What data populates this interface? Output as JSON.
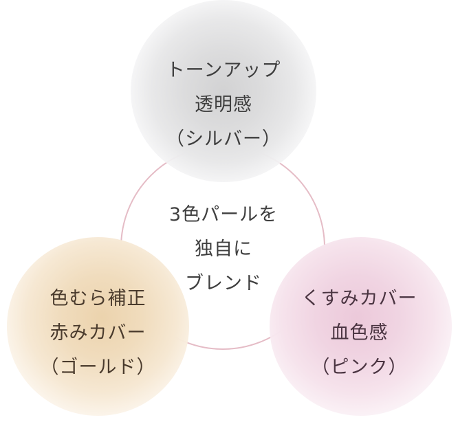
{
  "diagram": {
    "type": "three-circle blend diagram",
    "colors": {
      "ring": "#e5bcc6",
      "silver": "#d2d2d3",
      "gold": "#ecd3ad",
      "pink": "#ecc9da"
    },
    "center": {
      "lines": [
        "3色パールを",
        "独自に",
        "ブレンド"
      ]
    },
    "nodes": [
      {
        "id": "silver",
        "lines": [
          "トーンアップ",
          "透明感",
          "（シルバー）"
        ]
      },
      {
        "id": "gold",
        "lines": [
          "色むら補正",
          "赤みカバー",
          "（ゴールド）"
        ]
      },
      {
        "id": "pink",
        "lines": [
          "くすみカバー",
          "血色感",
          "（ピンク）"
        ]
      }
    ]
  }
}
